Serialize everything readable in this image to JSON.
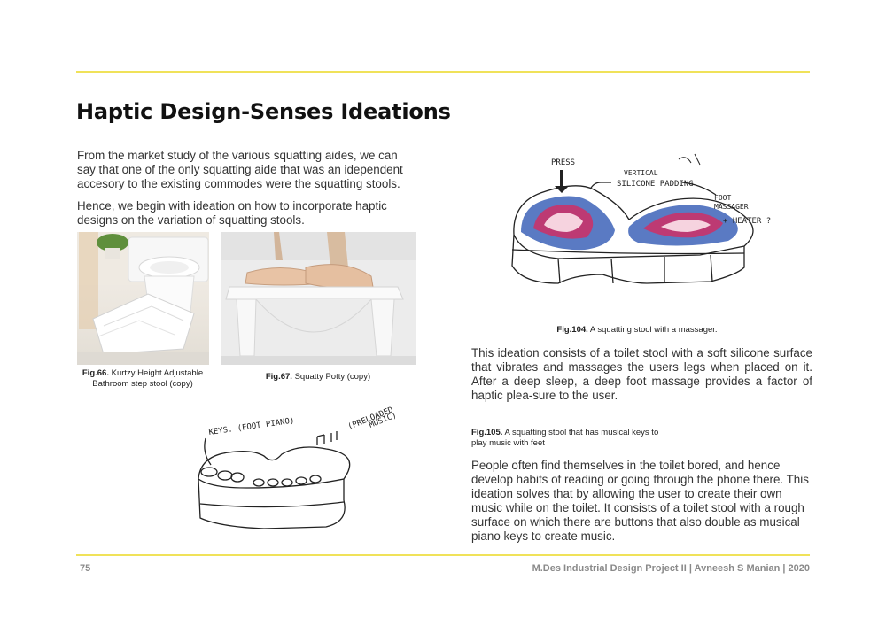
{
  "page": {
    "title": "Haptic Design-Senses Ideations",
    "intro_p1": "From the market study of the various squatting aides, we can say that one of the only squatting aide that was an idependent accesory to the existing commodes were the squatting stools.",
    "intro_p2": "Hence, we begin with ideation on how to incorporate haptic designs on the variation of squatting stools."
  },
  "figures": {
    "fig66": {
      "label": "Fig.66.",
      "caption": "Kurtzy Height Adjustable Bathroom step stool (copy)"
    },
    "fig67": {
      "label": "Fig.67.",
      "caption": "Squatty Potty (copy)"
    },
    "fig104": {
      "label": "Fig.104.",
      "caption": "A squatting stool with a massager."
    },
    "fig105": {
      "label": "Fig.105.",
      "caption": "A squatting stool that has musical keys to play music with feet"
    }
  },
  "body": {
    "massager_text": "This ideation consists of a toilet stool with a soft silicone surface that vibrates and massages the users legs when placed on it. After a deep sleep, a deep foot massage provides a factor of haptic plea-sure to the user.",
    "music_text": "People often find themselves in the toilet bored, and hence develop habits of reading or going through the phone there. This ideation solves that by allowing the user to create their own music while on the toilet. It consists of a toilet stool with a rough surface on which there are buttons that also double as musical piano keys to create music."
  },
  "sketch_labels": {
    "press": "PRESS",
    "vertical": "VERTICAL",
    "silicone": "SILICONE PADDING",
    "foot": "FOOT",
    "massager": "MASSAGER",
    "heater": "+ HEATER ?",
    "keys": "KEYS. (FOOT PIANO)",
    "preloaded": "(PRELOADED",
    "music": "MUSIC)"
  },
  "footer": {
    "page_number": "75",
    "credit": "M.Des Industrial Design Project II | Avneesh S Manian | 2020"
  },
  "colors": {
    "accent_rule": "#f0e259",
    "sketch_pink": "#c8336a",
    "sketch_blue": "#2c4fa8"
  }
}
